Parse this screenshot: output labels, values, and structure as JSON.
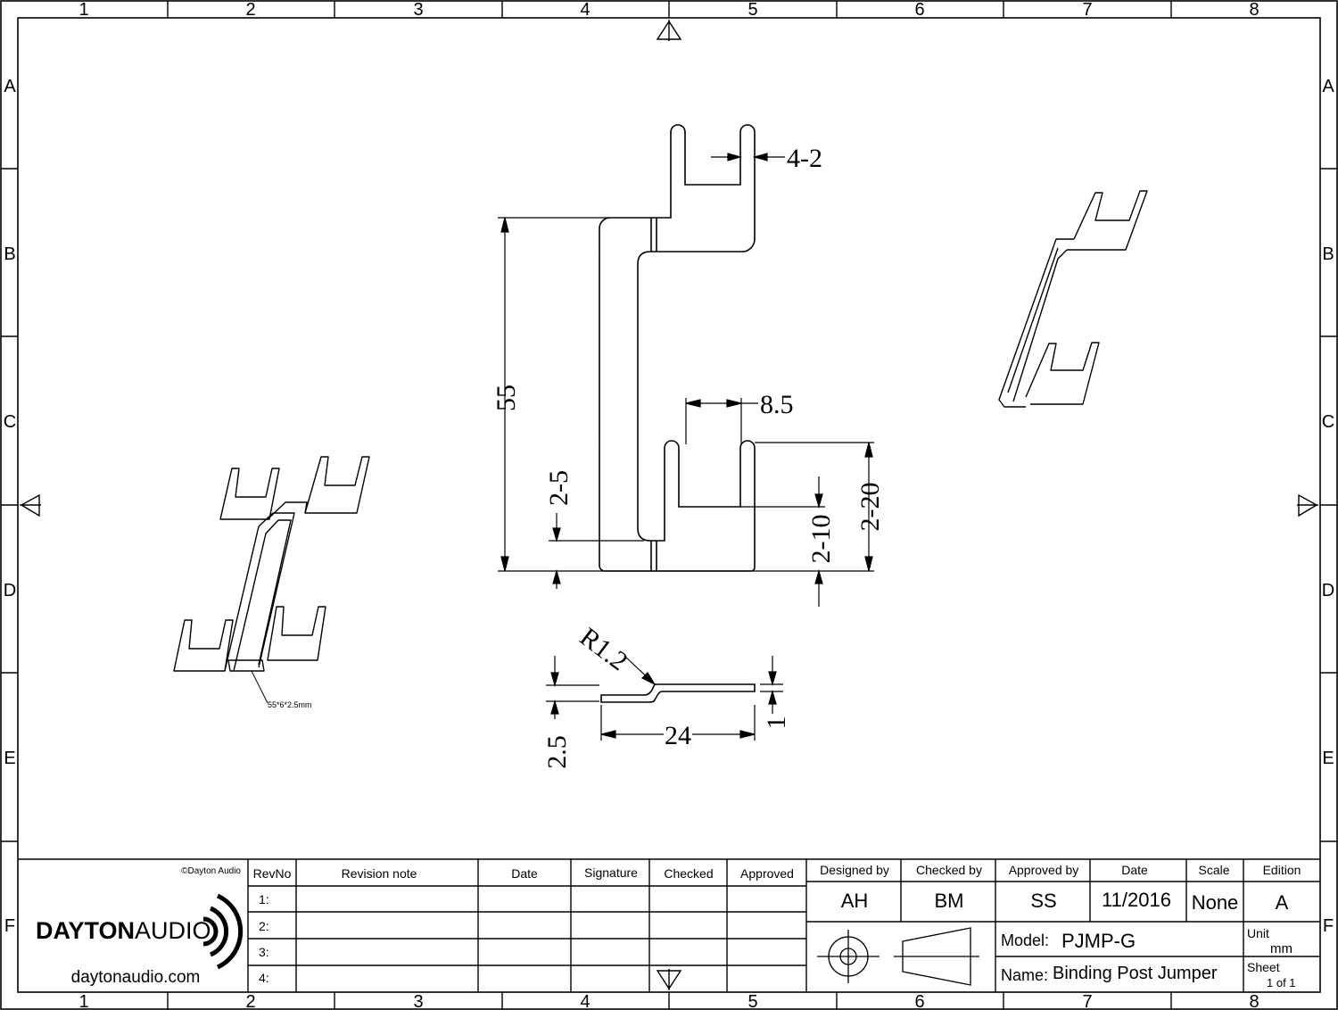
{
  "border": {
    "columns": [
      "1",
      "2",
      "3",
      "4",
      "5",
      "6",
      "7",
      "8"
    ],
    "rows": [
      "A",
      "B",
      "C",
      "D",
      "E",
      "F"
    ]
  },
  "front_view": {
    "tab_slot_width": "4-2",
    "lower_slot_width": "8.5",
    "overall_height": "55",
    "offset": "2-5",
    "slot_depth": "2-10",
    "tab_length": "2-20"
  },
  "side_view": {
    "bend_radius": "R1.2",
    "length": "24",
    "step": "2.5",
    "thickness": "1"
  },
  "iso_label": "55*6*2.5mm",
  "title_block": {
    "copyright": "©Dayton Audio",
    "logo_text": {
      "bold": "DAYTON",
      "light": "AUDIO"
    },
    "website": "daytonaudio.com",
    "rev_headers": [
      "RevNo",
      "Revision note",
      "Date",
      "Signature",
      "Checked",
      "Approved"
    ],
    "rev_rows": [
      "1:",
      "2:",
      "3:",
      "4:"
    ],
    "info_headers": [
      "Designed by",
      "Checked by",
      "Approved by",
      "Date",
      "Scale",
      "Edition"
    ],
    "info_values": [
      "AH",
      "BM",
      "SS",
      "11/2016",
      "None",
      "A"
    ],
    "model_label": "Model:",
    "model_value": "PJMP-G",
    "name_label": "Name:",
    "name_value": "Binding Post Jumper",
    "unit_label": "Unit",
    "unit_value": "mm",
    "sheet_label": "Sheet",
    "sheet_value": "1 of 1"
  }
}
